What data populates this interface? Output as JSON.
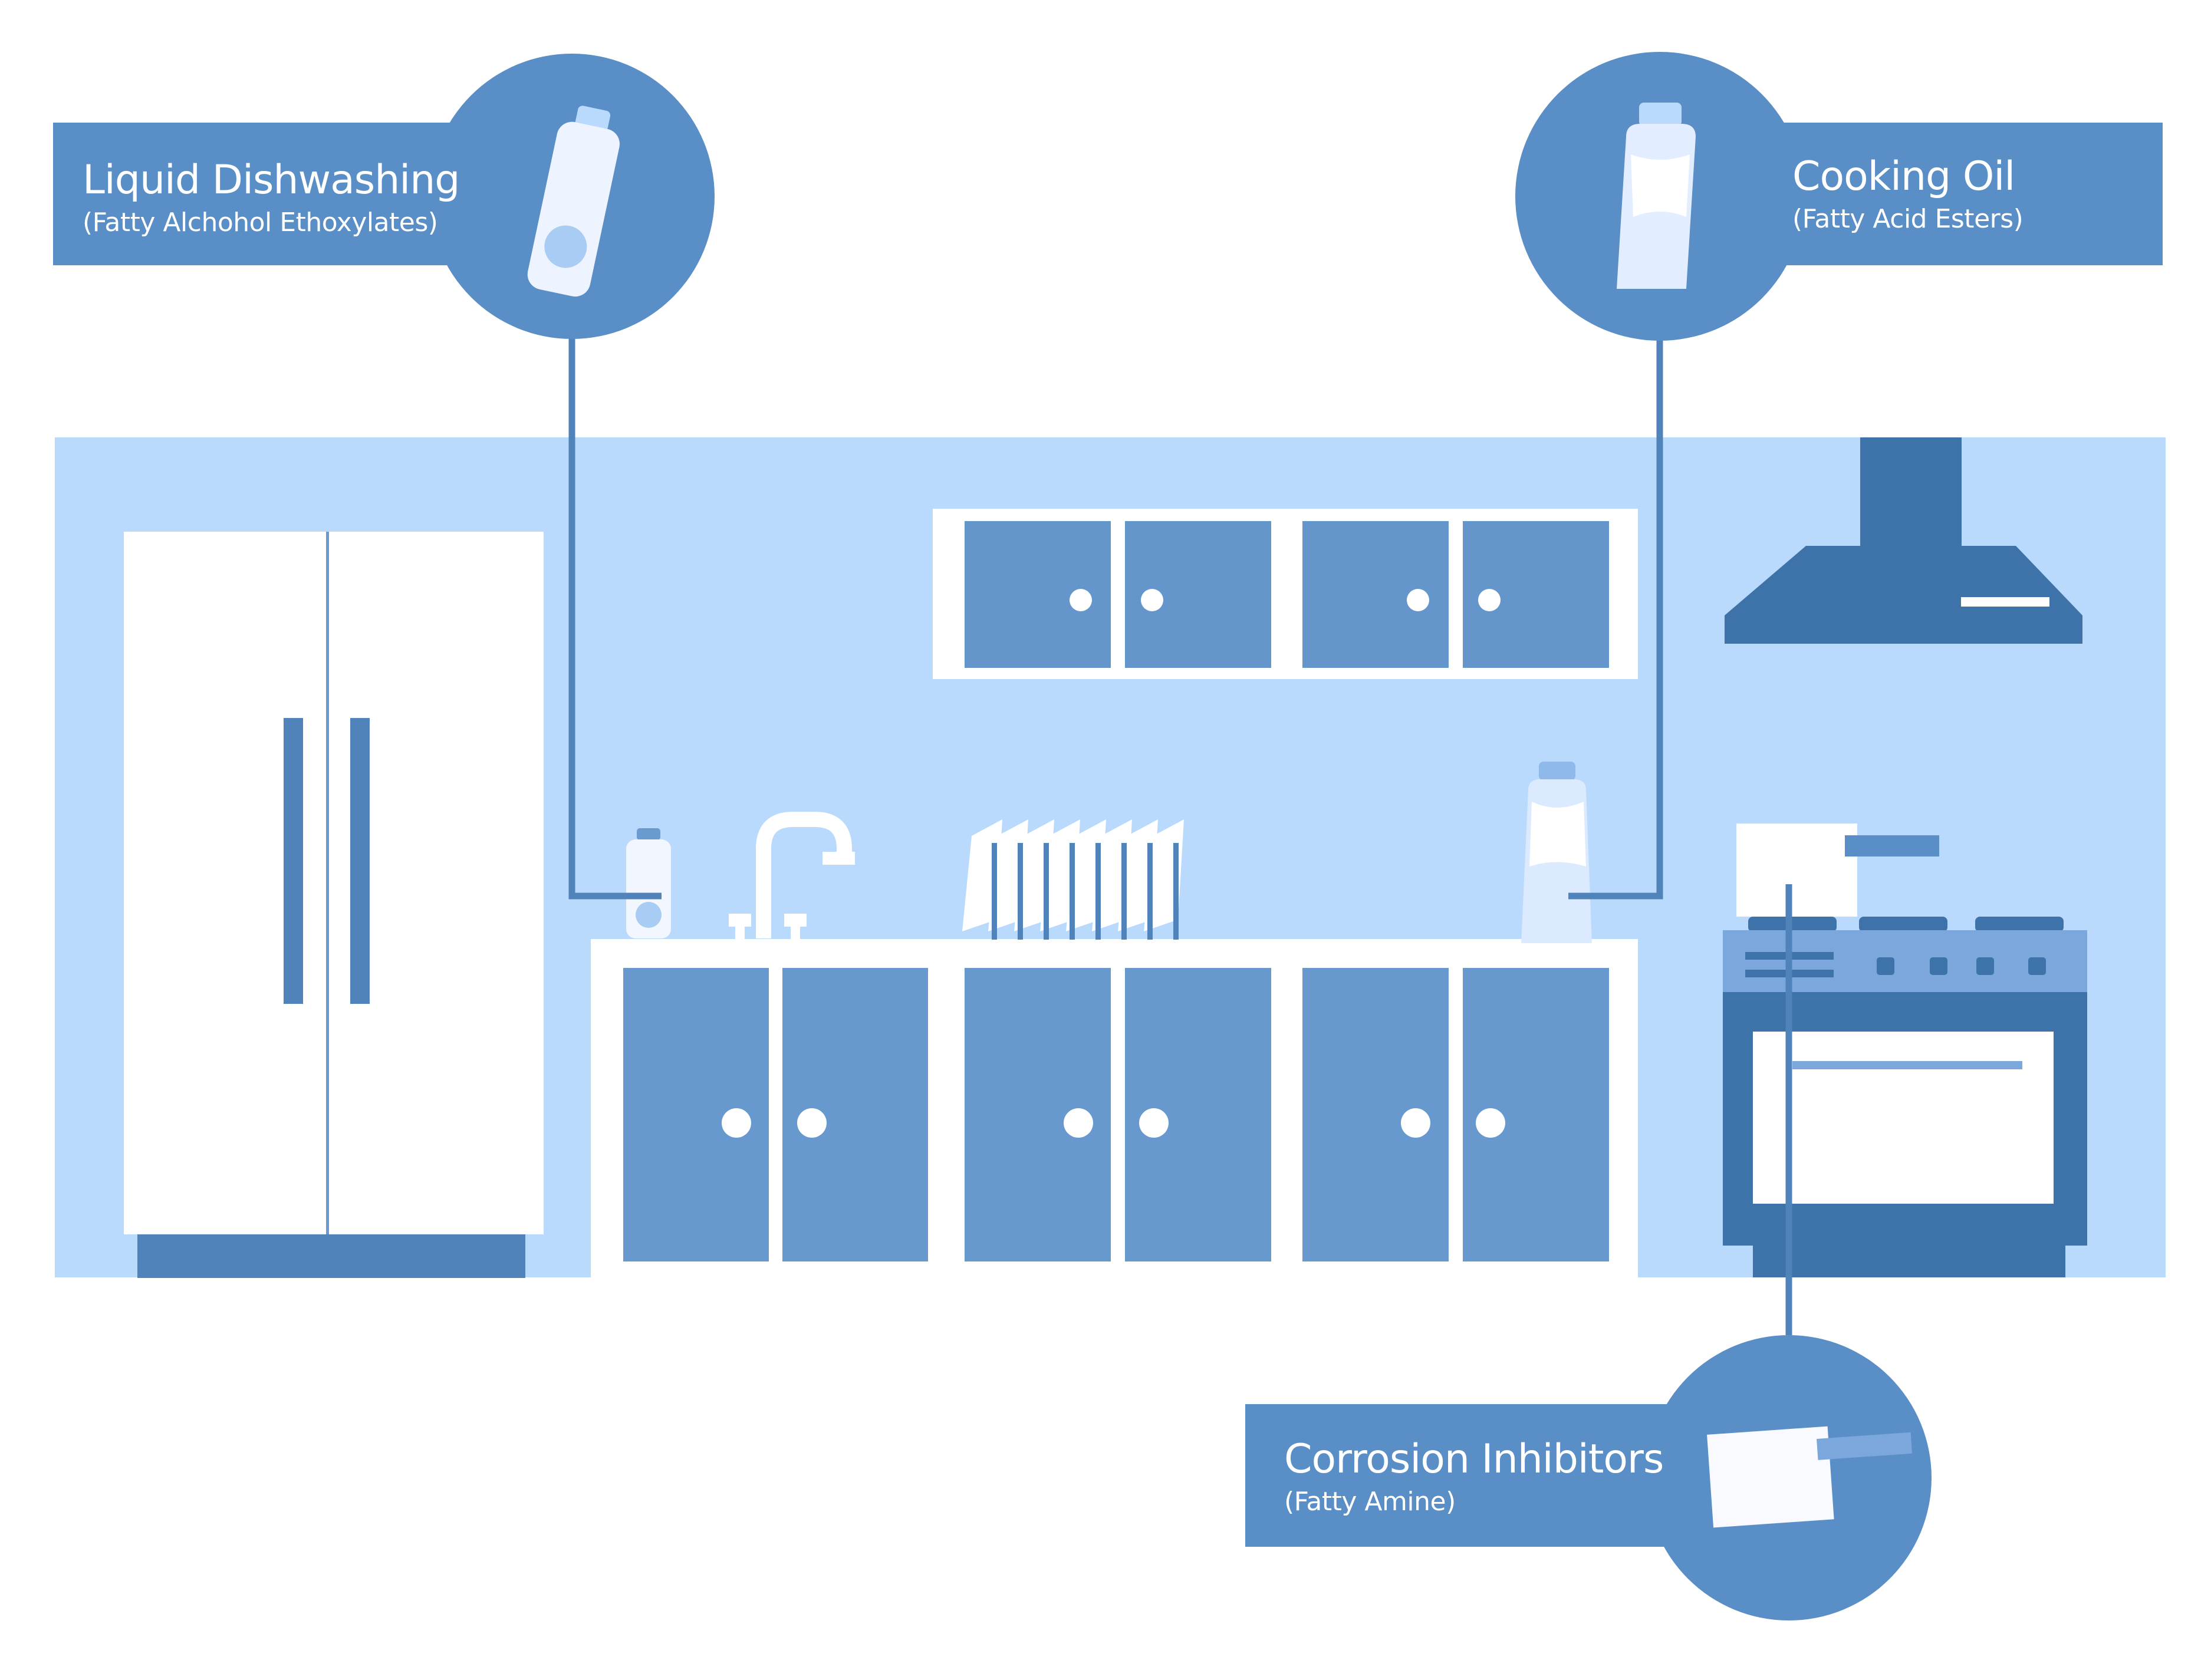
{
  "callouts": {
    "dishwashing": {
      "title": "Liquid Dishwashing",
      "subtitle": "(Fatty Alchohol Ethoxylates)"
    },
    "cooking_oil": {
      "title": "Cooking Oil",
      "subtitle": "(Fatty Acid Esters)"
    },
    "corrosion": {
      "title": "Corrosion Inhibitors",
      "subtitle": "(Fatty Amine)"
    }
  },
  "colors": {
    "callout_blue": "#5a8ec6",
    "wall": "#b9d9fd",
    "cabinet": "#6799cf",
    "dark_steel": "#3d73a9",
    "white": "#ffffff"
  },
  "icons": [
    "dish-soap-bottle-icon",
    "oil-bottle-icon",
    "metal-box-icon"
  ]
}
